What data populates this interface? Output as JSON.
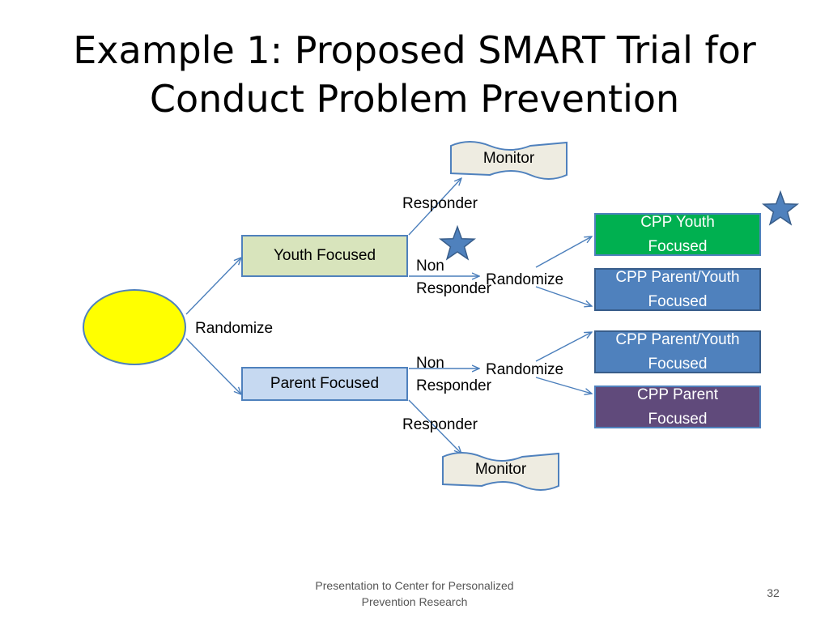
{
  "slide": {
    "title_line1": "Example 1: Proposed SMART Trial for",
    "title_line2": "Conduct Problem Prevention",
    "footer_line1": "Presentation to Center for Personalized",
    "footer_line2": "Prevention Research",
    "page_number": "32"
  },
  "diagram": {
    "start_node": {
      "shape": "ellipse",
      "color": "#ffff00"
    },
    "randomize_main": "Randomize",
    "youth_focused": "Youth Focused",
    "parent_focused": "Parent Focused",
    "monitor_top": "Monitor",
    "monitor_bottom": "Monitor",
    "responder_top": "Responder",
    "responder_bottom": "Responder",
    "nonresponder_top": {
      "line1": "Non",
      "line2": "Responder"
    },
    "nonresponder_bottom": {
      "line1": "Non",
      "line2": "Responder"
    },
    "randomize_top": "Randomize",
    "randomize_bottom": "Randomize",
    "outcomes": {
      "cpp_youth": {
        "line1": "CPP Youth",
        "line2": "Focused",
        "color": "#00b050"
      },
      "cpp_parent_youth_top": {
        "line1": "CPP Parent/Youth",
        "line2": "Focused",
        "color": "#4f81bd"
      },
      "cpp_parent_youth_bottom": {
        "line1": "CPP Parent/Youth",
        "line2": "Focused",
        "color": "#4f81bd"
      },
      "cpp_parent": {
        "line1": "CPP Parent",
        "line2": "Focused",
        "color": "#604a7b"
      }
    },
    "colors": {
      "arrow": "#4a7ebb",
      "star": "#4f81bd",
      "flag_fill": "#eeece1"
    },
    "icons": [
      "star-icon",
      "star-icon"
    ]
  }
}
